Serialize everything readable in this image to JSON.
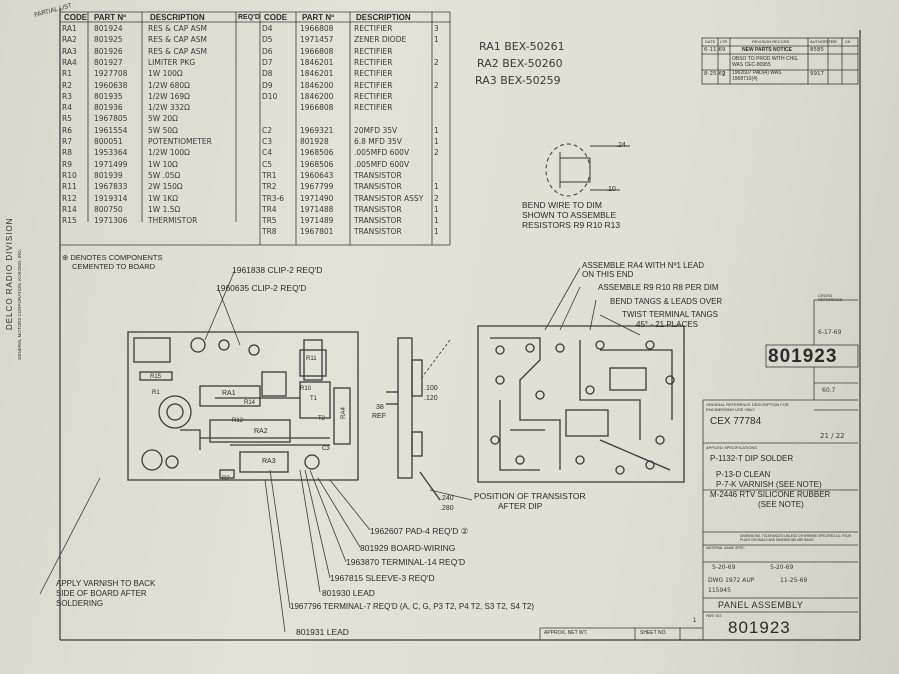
{
  "corner_note": "PARTIAL LIST",
  "table_headers": {
    "code": "CODE",
    "part_no": "PART Nº",
    "description": "DESCRIPTION",
    "reqd": "REQ'D"
  },
  "parts_left": [
    {
      "code": "RA1",
      "part": "801924",
      "desc": "RES & CAP ASM",
      "qty": ""
    },
    {
      "code": "RA2",
      "part": "801925",
      "desc": "RES & CAP ASM",
      "qty": ""
    },
    {
      "code": "RA3",
      "part": "801926",
      "desc": "RES & CAP ASM",
      "qty": ""
    },
    {
      "code": "RA4",
      "part": "801927",
      "desc": "LIMITER PKG",
      "qty": ""
    },
    {
      "code": "R1",
      "part": "1927708",
      "desc": "1W 100Ω",
      "qty": ""
    },
    {
      "code": "R2",
      "part": "1960638",
      "desc": "1/2W 680Ω",
      "qty": ""
    },
    {
      "code": "R3",
      "part": "801935",
      "desc": "1/2W 169Ω",
      "qty": ""
    },
    {
      "code": "R4",
      "part": "801936",
      "desc": "1/2W 332Ω",
      "qty": ""
    },
    {
      "code": "R5",
      "part": "1967805",
      "desc": "5W 20Ω",
      "qty": ""
    },
    {
      "code": "R6",
      "part": "1961554",
      "desc": "5W 50Ω",
      "qty": ""
    },
    {
      "code": "R7",
      "part": "800051",
      "desc": "POTENTIOMETER",
      "qty": ""
    },
    {
      "code": "R8",
      "part": "1953364",
      "desc": "1/2W 100Ω",
      "qty": ""
    },
    {
      "code": "R9",
      "part": "1971499",
      "desc": "1W 10Ω",
      "qty": ""
    },
    {
      "code": "R10",
      "part": "801939",
      "desc": "5W .05Ω",
      "qty": ""
    },
    {
      "code": "R11",
      "part": "1967833",
      "desc": "2W 150Ω",
      "qty": ""
    },
    {
      "code": "R12",
      "part": "1919314",
      "desc": "1W 1KΩ",
      "qty": ""
    },
    {
      "code": "R14",
      "part": "800750",
      "desc": "1W 1.5Ω",
      "qty": ""
    },
    {
      "code": "R15",
      "part": "1971306",
      "desc": "THERMISTOR",
      "qty": ""
    }
  ],
  "parts_right": [
    {
      "code": "D4",
      "part": "1966808",
      "desc": "RECTIFIER",
      "qty": "3"
    },
    {
      "code": "D5",
      "part": "1971457",
      "desc": "ZENER DIODE",
      "qty": "1"
    },
    {
      "code": "D6",
      "part": "1966808",
      "desc": "RECTIFIER",
      "qty": ""
    },
    {
      "code": "D7",
      "part": "1846201",
      "desc": "RECTIFIER",
      "qty": "2"
    },
    {
      "code": "D8",
      "part": "1846201",
      "desc": "RECTIFIER",
      "qty": ""
    },
    {
      "code": "D9",
      "part": "1846200",
      "desc": "RECTIFIER",
      "qty": "2"
    },
    {
      "code": "D10",
      "part": "1846200",
      "desc": "RECTIFIER",
      "qty": ""
    },
    {
      "code": "",
      "part": "1966808",
      "desc": "RECTIFIER",
      "qty": ""
    },
    {
      "code": "",
      "part": "",
      "desc": "",
      "qty": ""
    },
    {
      "code": "C2",
      "part": "1969321",
      "desc": "20MFD 35V",
      "qty": "1"
    },
    {
      "code": "C3",
      "part": "801928",
      "desc": "6.8 MFD 35V",
      "qty": "1"
    },
    {
      "code": "C4",
      "part": "1968506",
      "desc": ".005MFD 600V",
      "qty": "2"
    },
    {
      "code": "C5",
      "part": "1968506",
      "desc": ".005MFD 600V",
      "qty": ""
    },
    {
      "code": "TR1",
      "part": "1960643",
      "desc": "TRANSISTOR",
      "qty": ""
    },
    {
      "code": "TR2",
      "part": "1967799",
      "desc": "TRANSISTOR",
      "qty": "1"
    },
    {
      "code": "TR3-6",
      "part": "1971490",
      "desc": "TRANSISTOR ASSY",
      "qty": "2"
    },
    {
      "code": "TR4",
      "part": "1971488",
      "desc": "TRANSISTOR",
      "qty": "1"
    },
    {
      "code": "TR5",
      "part": "1971489",
      "desc": "TRANSISTOR",
      "qty": "1"
    },
    {
      "code": "TR8",
      "part": "1967801",
      "desc": "TRANSISTOR",
      "qty": "1"
    }
  ],
  "ra_list": [
    "RA1  BEX-50261",
    "RA2  BEX-50260",
    "RA3  BEX-50259"
  ],
  "revision_block": {
    "headers": [
      "DATE",
      "LTR",
      "REVISION RECORD",
      "AUTHORITY",
      "DR",
      "CK"
    ],
    "subheader": "NEW PARTS NOTICE",
    "rows": [
      {
        "date": "6-11-69",
        "ltr": "",
        "text": "OBSO TO PROD WITH CHG. WAS CEC-80955",
        "auth": "8585",
        "dr": "",
        "ck": ""
      },
      {
        "date": "8-25-69",
        "ltr": "2",
        "text": "1962607 PAD(4) WAS 1968710(4)",
        "auth": "9917",
        "dr": "",
        "ck": ""
      }
    ]
  },
  "cross_reference": "CROSS REFERENCE",
  "big_part_number": "801923",
  "stamp_values": [
    "6-17-69",
    "60.7"
  ],
  "original_ref": {
    "label": "ORIGINAL REFERENCE DESCRIPTION FOR ENGINEERING USE ONLY",
    "value": "CEX 77784"
  },
  "dims": {
    "ratio": "21 / 22"
  },
  "applied_specs": {
    "label": "APPLIED SPECIFICATIONS",
    "lines": [
      "P-1132-T DIP SOLDER",
      "P-13-D CLEAN",
      "P-7-K VARNISH (SEE NOTE)",
      "M-2446 RTV SILICONE RUBBER",
      "(SEE NOTE)"
    ]
  },
  "title_block": {
    "disclaimer": "DIMENSIONS, TOLERANCES UNLESS OTHERWISE SPECIFIED ALL FOUR PLACE DECIMALS AND DIMENSIONS ARE BASIC",
    "material": "MATERIAL SAME SPEC",
    "title": "PANEL ASSEMBLY",
    "part_label": "PART NO.",
    "part_no": "801923",
    "approx": "APPROX. NET WT.",
    "sheet": "SHEET NO.",
    "sheet_mark": "1",
    "dates": [
      "5-20-69",
      "5-20-69",
      "11-25-69"
    ],
    "numbers": [
      "DWG 1972 AUP",
      "115945"
    ]
  },
  "side_vertical": "DELCO RADIO DIVISION",
  "side_vertical2": "GENERAL MOTORS CORPORATION, KOKOMO, IND.",
  "notes": {
    "bend_wire": [
      "BEND WIRE TO DIM",
      "SHOWN TO ASSEMBLE",
      "RESISTORS R9 R10 R13"
    ],
    "dim_24": ".24",
    "dim_10": ".10",
    "cemented": [
      "⊕ DENOTES COMPONENTS",
      "CEMENTED TO BOARD"
    ],
    "clip1": "1961838  CLIP-2 REQ'D",
    "clip2": "1960635  CLIP-2 REQ'D",
    "assemble_ra4": [
      "ASSEMBLE RA4 WITH Nº1 LEAD",
      "ON THIS END"
    ],
    "assemble_r": "ASSEMBLE R9 R10 R8 PER DIM",
    "bend_tangs": "BEND TANGS & LEADS OVER",
    "twist": [
      "TWIST TERMINAL TANGS",
      "45° - 21 PLACES"
    ],
    "ref_dim": [
      "38",
      "REF"
    ],
    "dim_100": [
      ".100",
      ".120"
    ],
    "dim_240": [
      ".240",
      ".280"
    ],
    "position": [
      "POSITION OF TRANSISTOR",
      "AFTER DIP"
    ],
    "pad": "1962607  PAD-4 REQ'D  ②",
    "board": "801929        BOARD-WIRING",
    "terminal14": "1963870  TERMINAL-14 REQ'D",
    "sleeve": "1967815  SLEEVE-3 REQ'D",
    "lead1": "801930   LEAD",
    "terminal7": "1967796  TERMINAL-7 REQ'D (A, C, G, P3 T2, P4 T2, S3 T2, S4 T2)",
    "lead2": "801931   LEAD",
    "varnish": [
      "APPLY VARNISH TO BACK",
      "SIDE OF BOARD AFTER",
      "SOLDERING"
    ],
    "board_labels": [
      "RA1",
      "RA2",
      "RA3",
      "RA4",
      "R14",
      "R15",
      "R10",
      "R11",
      "T1",
      "T2",
      "R12",
      "C3",
      "R1",
      "R2"
    ]
  }
}
